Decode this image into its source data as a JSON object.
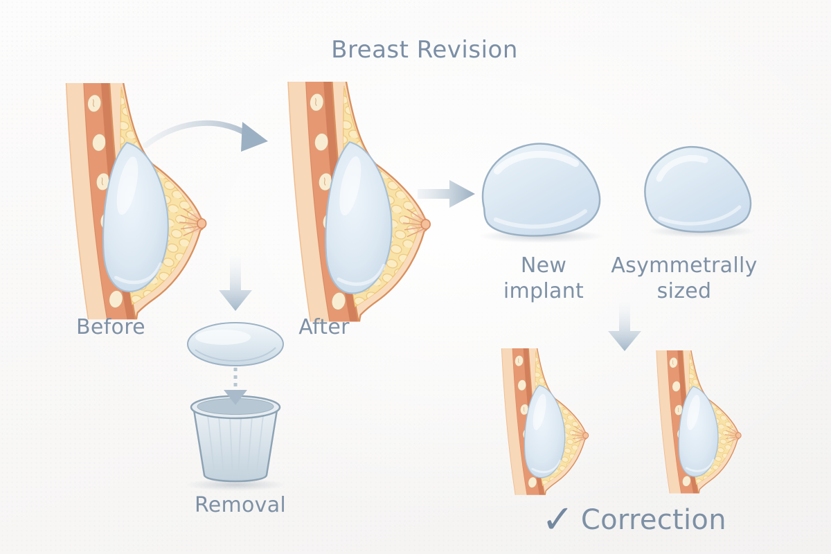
{
  "title": "Breast Revision",
  "labels": {
    "before": "Before",
    "after": "After",
    "removal": "Removal",
    "new_implant": "New implant",
    "asymmetric": "Asymmetrally sized",
    "correction": "Correction"
  },
  "icons": {
    "checkmark": "✓"
  },
  "colors": {
    "text": "#7d90a5",
    "arrow": "#9fb3c6",
    "implant_fill": "#d8e5f0",
    "implant_outline": "#9bb1c4",
    "skin": "#f9dcbd",
    "muscle": "#e69872",
    "muscle_dark": "#d27f5c",
    "fat": "#f8e2a8",
    "outline": "#d9905f",
    "background": "#f7f6f5"
  }
}
